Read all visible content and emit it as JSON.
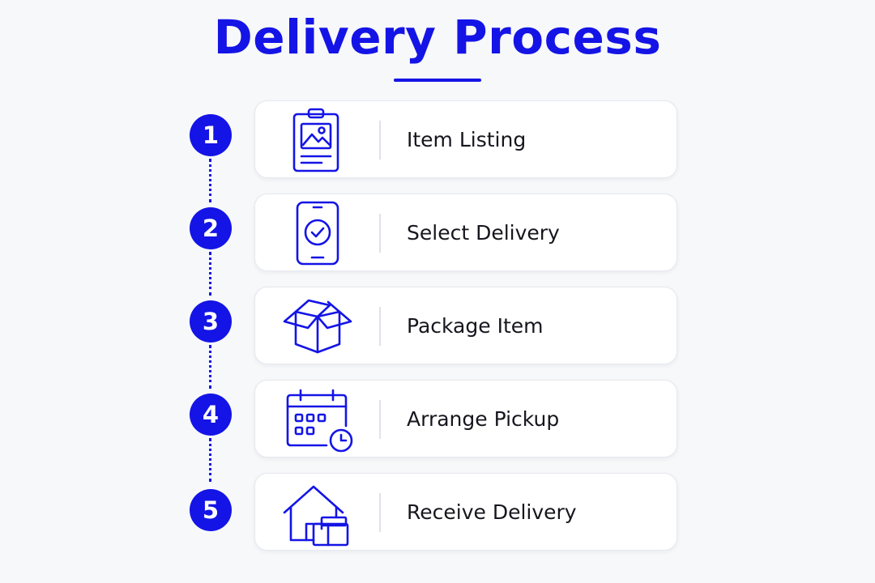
{
  "title": "Delivery Process",
  "accent_color": "#1414e6",
  "steps": [
    {
      "number": "1",
      "label": "Item Listing",
      "icon": "clipboard-image-icon"
    },
    {
      "number": "2",
      "label": "Select Delivery",
      "icon": "phone-check-icon"
    },
    {
      "number": "3",
      "label": "Package Item",
      "icon": "open-box-icon"
    },
    {
      "number": "4",
      "label": "Arrange Pickup",
      "icon": "calendar-clock-icon"
    },
    {
      "number": "5",
      "label": "Receive Delivery",
      "icon": "house-package-icon"
    }
  ]
}
